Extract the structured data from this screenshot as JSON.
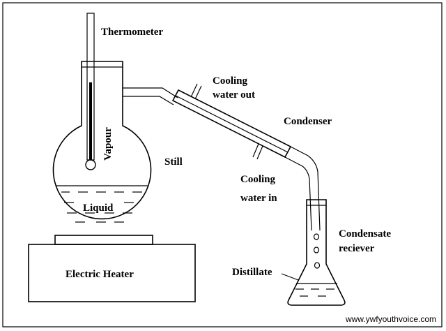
{
  "labels": {
    "thermometer": "Thermometer",
    "vapour": "Vapour",
    "still": "Still",
    "liquid": "Liquid",
    "electric_heater": "Electric Heater",
    "cooling_out_line1": "Cooling",
    "cooling_out_line2": "water out",
    "condenser": "Condenser",
    "cooling_in_line1": "Cooling",
    "cooling_in_line2": "water in",
    "condensate_line1": "Condensate",
    "condensate_line2": "reciever",
    "distillate": "Distillate"
  },
  "credit": "www.ywfyouthvoice.com"
}
